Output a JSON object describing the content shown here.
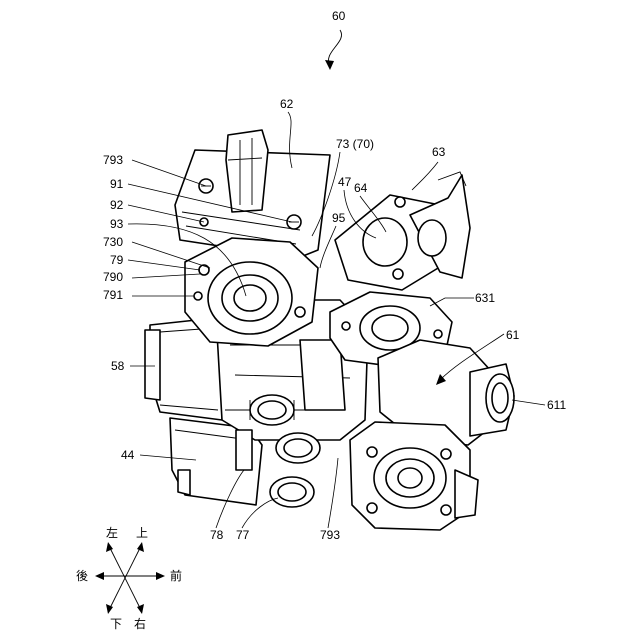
{
  "figure": {
    "assembly_ref": "60",
    "labels": {
      "l62": "62",
      "l63": "63",
      "l73": "73 (70)",
      "l793a": "793",
      "l91": "91",
      "l92": "92",
      "l93": "93",
      "l730": "730",
      "l79": "79",
      "l790": "790",
      "l791": "791",
      "l47": "47",
      "l64": "64",
      "l95": "95",
      "l631": "631",
      "l61": "61",
      "l611": "611",
      "l58": "58",
      "l44": "44",
      "l78": "78",
      "l77": "77",
      "l793b": "793"
    }
  },
  "compass": {
    "left": "左",
    "up": "上",
    "back": "後",
    "front": "前",
    "down": "下",
    "right": "右"
  }
}
